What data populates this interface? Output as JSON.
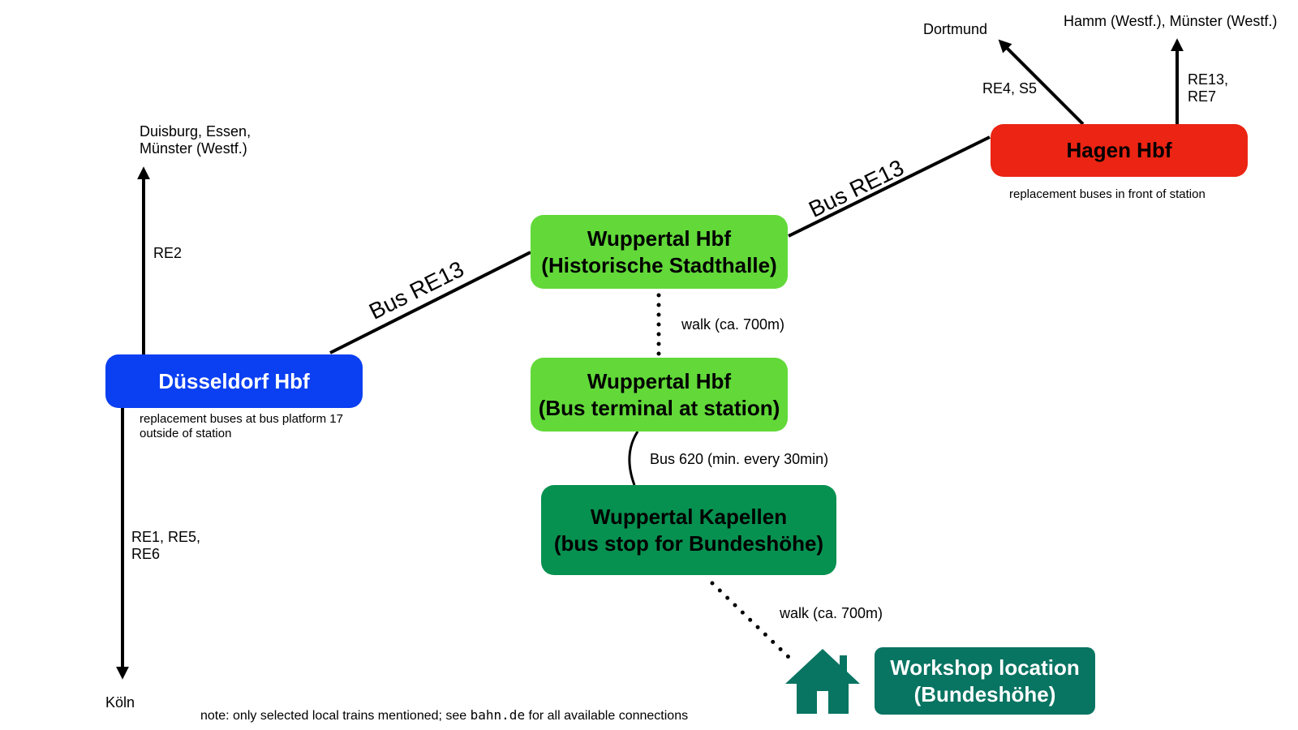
{
  "nodes": {
    "duesseldorf": {
      "title": "Düsseldorf Hbf",
      "note": [
        "replacement buses at bus platform 17",
        "outside of station"
      ],
      "color": "#0a3ff2"
    },
    "wuppertal_stadthalle": {
      "line1": "Wuppertal Hbf",
      "line2": "(Historische Stadthalle)",
      "color": "#62d939"
    },
    "wuppertal_terminal": {
      "line1": "Wuppertal Hbf",
      "line2": "(Bus terminal at station)",
      "color": "#62d939"
    },
    "wuppertal_kapellen": {
      "line1": "Wuppertal Kapellen",
      "line2": "(bus stop for Bundeshöhe)",
      "color": "#079150"
    },
    "hagen": {
      "title": "Hagen Hbf",
      "note": "replacement buses in front of station",
      "color": "#eb2413"
    },
    "workshop": {
      "line1": "Workshop location",
      "line2": "(Bundeshöhe)",
      "color": "#087462"
    }
  },
  "icons": {
    "home": "house-icon"
  },
  "edges": {
    "bus_re13": "Bus RE13",
    "walk": "walk (ca. 700m)",
    "bus_620": "Bus 620 (min. every 30min)",
    "re2": "RE2",
    "re1": [
      "RE1, RE5,",
      "RE6"
    ],
    "re4": "RE4, S5",
    "re13": [
      "RE13,",
      "RE7"
    ]
  },
  "destinations": {
    "north_west": [
      "Duisburg, Essen,",
      "Münster (Westf.)"
    ],
    "south": "Köln",
    "dortmund": "Dortmund",
    "hamm": "Hamm (Westf.), Münster (Westf.)"
  },
  "footer": {
    "prefix": "note: only selected local trains mentioned; see ",
    "link": "bahn.de",
    "suffix": " for all available connections"
  }
}
